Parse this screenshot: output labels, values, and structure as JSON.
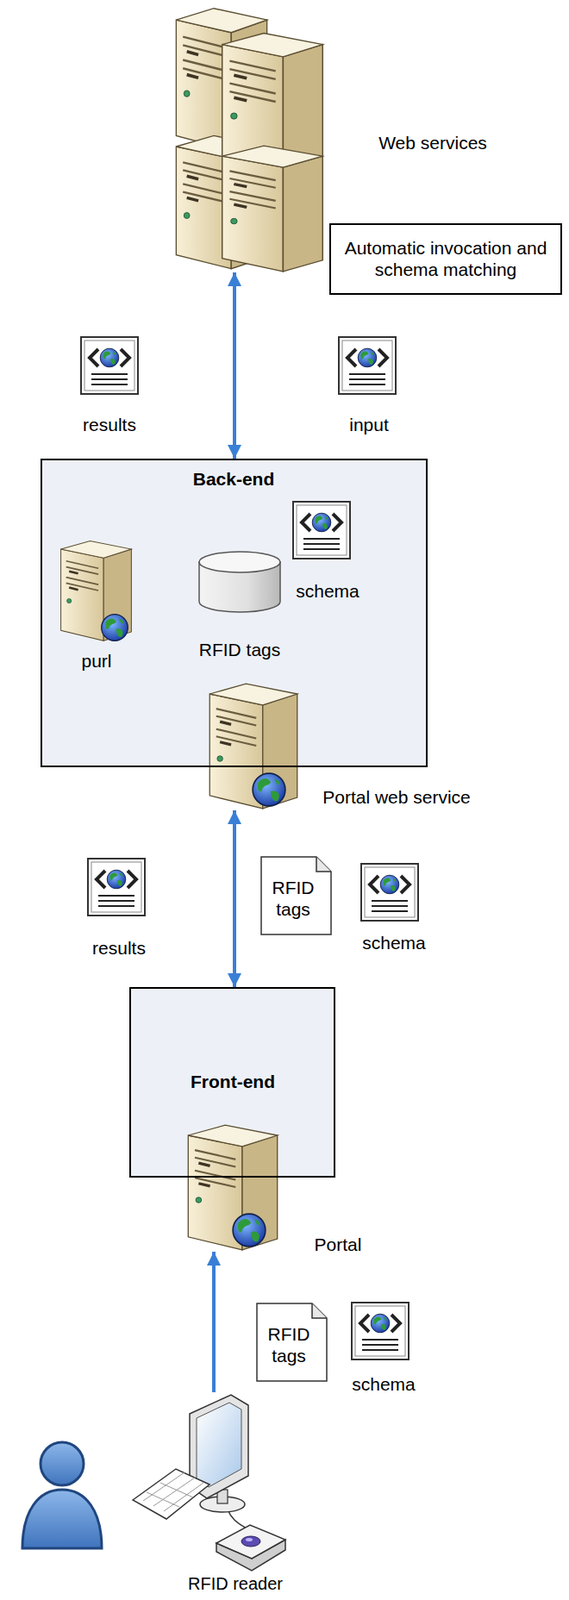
{
  "diagram": {
    "nodes": [
      {
        "text": [
          "Web services"
        ]
      },
      {
        "text": [
          "Automatic invocation and schema matching"
        ]
      },
      {
        "text": [
          "Back-end"
        ]
      },
      {
        "text": [
          "purl"
        ],
        "in": 2
      },
      {
        "text": [
          "RFID tags"
        ],
        "in": 2
      },
      {
        "text": [
          "schema"
        ],
        "in": 2
      },
      {
        "text": [
          "Portal web service"
        ],
        "in": 2
      },
      {
        "text": [
          "RFID tags"
        ]
      },
      {
        "text": [
          "Front-end"
        ]
      },
      {
        "text": [
          "Portal"
        ],
        "in": 8
      },
      {
        "text": [
          "RFID tags"
        ]
      },
      {
        "text": [
          "RFID reader"
        ]
      }
    ],
    "edges": [
      {
        "from": 0,
        "to": 2,
        "arrow": "both"
      },
      {
        "from": 6,
        "to": 8,
        "arrow": "both"
      },
      {
        "from": 11,
        "to": 9,
        "arrow": "to"
      }
    ],
    "labels": [
      "results",
      "input",
      "results",
      "schema",
      "schema"
    ]
  }
}
